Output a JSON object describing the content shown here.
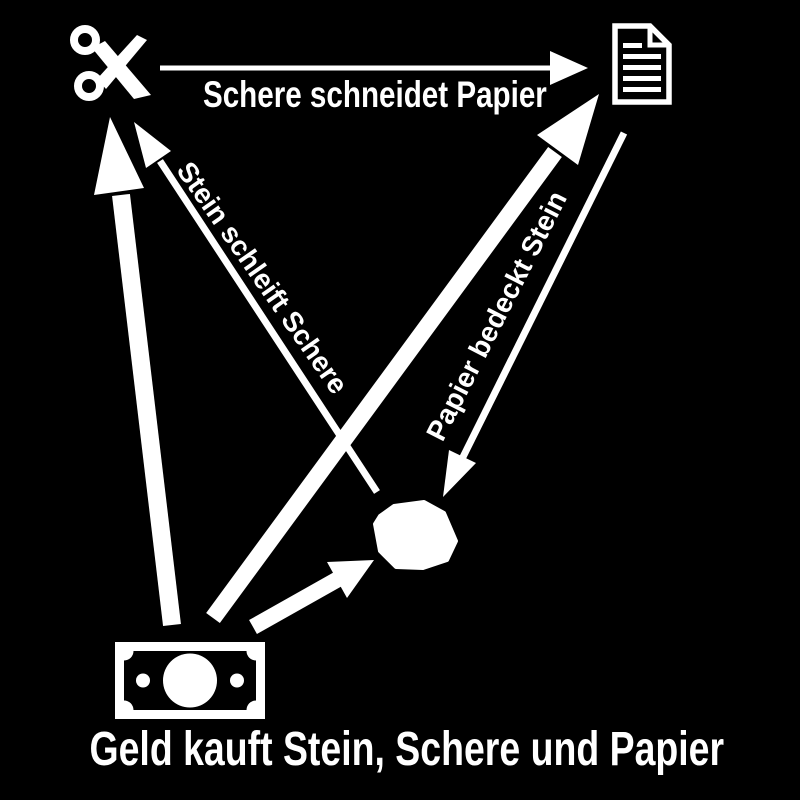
{
  "colors": {
    "background": "#000000",
    "foreground": "#ffffff"
  },
  "labels": {
    "scissors_cuts_paper": "Schere schneidet Papier",
    "rock_sharpens_scissors": "Stein schleift Schere",
    "paper_covers_rock": "Papier bedeckt Stein",
    "caption": "Geld kauft Stein, Schere und Papier"
  },
  "nodes": [
    {
      "id": "scissors",
      "icon": "scissors-icon"
    },
    {
      "id": "paper",
      "icon": "paper-icon"
    },
    {
      "id": "rock",
      "icon": "rock-icon"
    },
    {
      "id": "money",
      "icon": "money-icon"
    }
  ],
  "edges": [
    {
      "from": "scissors",
      "to": "paper",
      "label": "Schere schneidet Papier",
      "style": "thin-arrow"
    },
    {
      "from": "rock",
      "to": "scissors",
      "label": "Stein schleift Schere",
      "style": "thin-arrow"
    },
    {
      "from": "paper",
      "to": "rock",
      "label": "Papier bedeckt Stein",
      "style": "thin-arrow"
    },
    {
      "from": "money",
      "to": "scissors",
      "label": "",
      "style": "thick-arrow"
    },
    {
      "from": "money",
      "to": "paper",
      "label": "",
      "style": "thick-arrow"
    },
    {
      "from": "money",
      "to": "rock",
      "label": "",
      "style": "thick-arrow"
    }
  ]
}
